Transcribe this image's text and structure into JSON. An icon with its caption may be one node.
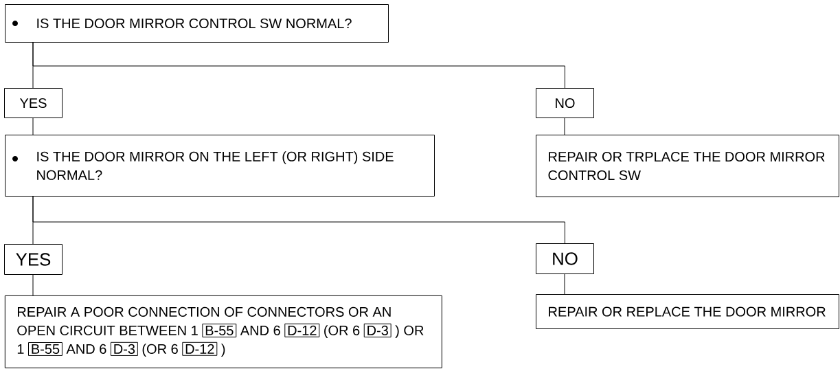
{
  "diagram": {
    "nodes": [
      {
        "text": [
          "IS THE DOOR MIRROR CONTROL SW NORMAL?"
        ]
      },
      {
        "text": [
          "YES"
        ]
      },
      {
        "text": [
          "NO"
        ]
      },
      {
        "text": [
          "IS THE DOOR MIRROR ON THE LEFT (OR RIGHT) SIDE NORMAL?"
        ]
      },
      {
        "text": [
          "REPAIR OR TRPLACE THE DOOR MIRROR CONTROL SW"
        ]
      },
      {
        "text": [
          "YES"
        ]
      },
      {
        "text": [
          "NO"
        ]
      },
      {
        "text": [
          "REPAIR A POOR CONNECTION OF CONNECTORS OR AN OPEN CIRCUIT BETWEEN 1",
          "AND 6",
          "(OR 6",
          ") OR 1",
          "AND 6",
          "(OR 6",
          ")"
        ]
      },
      {
        "text": [
          "REPAIR OR REPLACE THE DOOR MIRROR"
        ]
      },
      {
        "text": [
          "B-55"
        ],
        "in": 7
      },
      {
        "text": [
          "D-12"
        ],
        "in": 7
      },
      {
        "text": [
          "D-3"
        ],
        "in": 7
      },
      {
        "text": [
          "B-55"
        ],
        "in": 7
      },
      {
        "text": [
          "D-3"
        ],
        "in": 7
      },
      {
        "text": [
          "D-12"
        ],
        "in": 7
      }
    ],
    "edges": [
      {
        "from": 0,
        "to": 1,
        "arrow": "none"
      },
      {
        "from": 0,
        "to": 2,
        "arrow": "none"
      },
      {
        "from": 1,
        "to": 3,
        "arrow": "none"
      },
      {
        "from": 2,
        "to": 4,
        "arrow": "none"
      },
      {
        "from": 3,
        "to": 5,
        "arrow": "none"
      },
      {
        "from": 3,
        "to": 6,
        "arrow": "none"
      },
      {
        "from": 5,
        "to": 7,
        "arrow": "none"
      },
      {
        "from": 6,
        "to": 8,
        "arrow": "none"
      }
    ]
  }
}
